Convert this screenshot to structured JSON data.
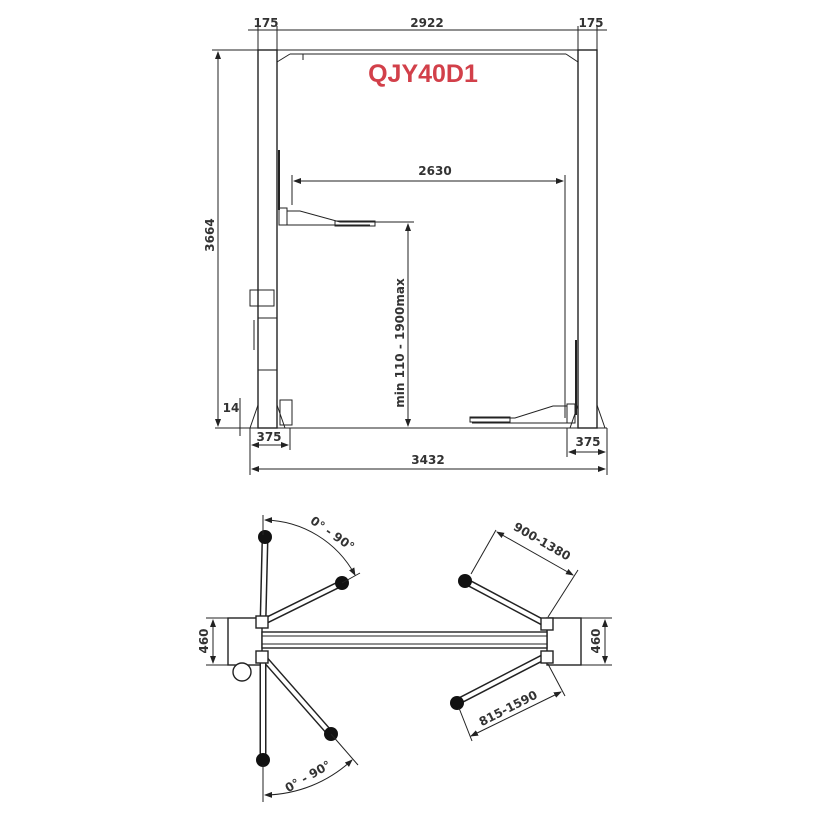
{
  "title": "QJY40D1",
  "colors": {
    "title": "#d2404a",
    "line": "#222222"
  },
  "front_view": {
    "dims": {
      "column_width_left": "175",
      "inner_width": "2922",
      "column_width_right": "175",
      "total_height": "3664",
      "arm_span": "2630",
      "lift_height": "min 110 - 1900max",
      "base_clearance": "14",
      "base_left": "375",
      "base_right": "375",
      "total_width": "3432"
    }
  },
  "top_view": {
    "dims": {
      "base_depth_left": "460",
      "base_depth_right": "460",
      "swing_top": "0° - 90°",
      "swing_bottom": "0° - 90°",
      "short_arm": "900-1380",
      "long_arm": "815-1590"
    }
  }
}
